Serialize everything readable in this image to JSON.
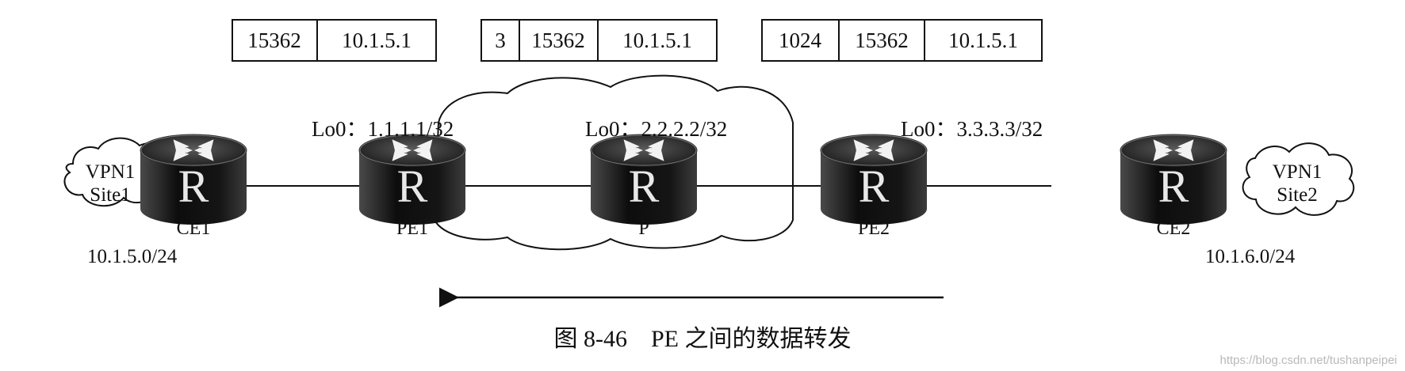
{
  "label_stacks": [
    {
      "cells": [
        "15362",
        "10.1.5.1"
      ]
    },
    {
      "cells": [
        "3",
        "15362",
        "10.1.5.1"
      ]
    },
    {
      "cells": [
        "1024",
        "15362",
        "10.1.5.1"
      ]
    }
  ],
  "routers": [
    {
      "id": "CE1",
      "label": "CE1",
      "glyph": "R",
      "loopback": ""
    },
    {
      "id": "PE1",
      "label": "PE1",
      "glyph": "R",
      "loopback": "Lo0：1.1.1.1/32"
    },
    {
      "id": "P",
      "label": "P",
      "glyph": "R",
      "loopback": "Lo0：2.2.2.2/32"
    },
    {
      "id": "PE2",
      "label": "PE2",
      "glyph": "R",
      "loopback": "Lo0：3.3.3.3/32"
    },
    {
      "id": "CE2",
      "label": "CE2",
      "glyph": "R",
      "loopback": ""
    }
  ],
  "sites": [
    {
      "id": "site1",
      "line1": "VPN1",
      "line2": "Site1",
      "subnet": "10.1.5.0/24"
    },
    {
      "id": "site2",
      "line1": "VPN1",
      "line2": "Site2",
      "subnet": "10.1.6.0/24"
    }
  ],
  "caption": "图 8-46　PE 之间的数据转发",
  "watermark": "https://blog.csdn.net/tushanpeipei",
  "icon": "router-icon"
}
